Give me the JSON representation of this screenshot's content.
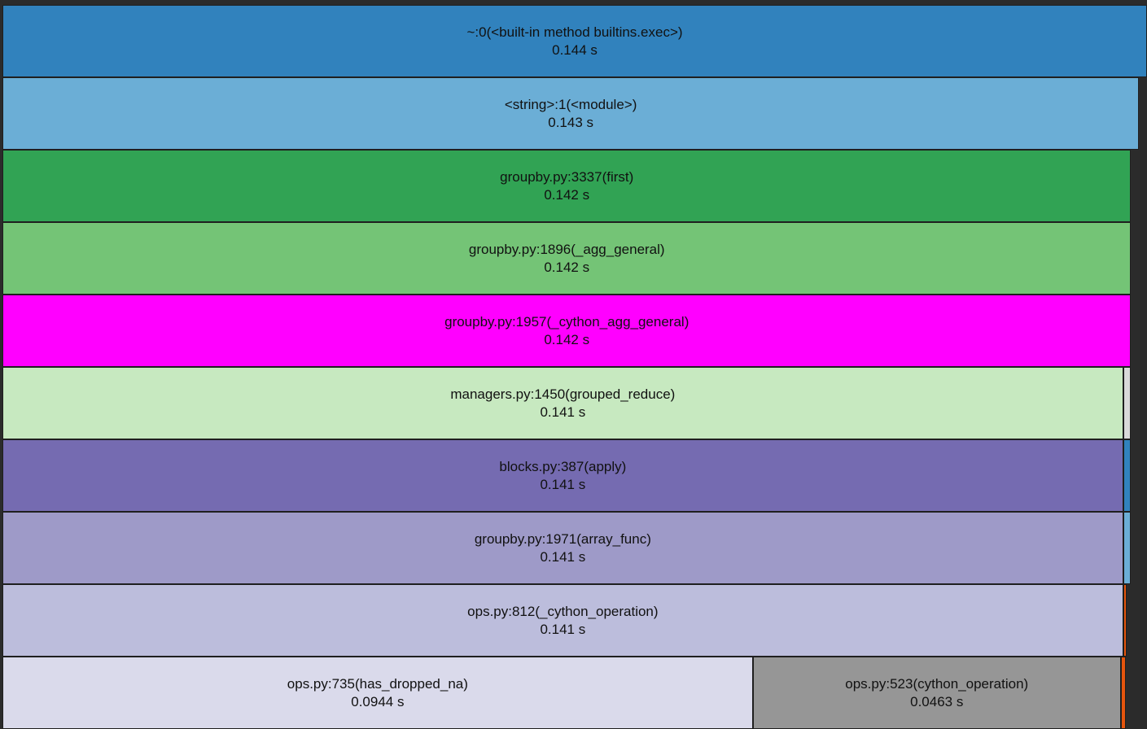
{
  "frames": [
    {
      "id": "exec",
      "depth": 0,
      "start": 0.0,
      "value": 0.144,
      "name": "~:0(<built-in method builtins.exec>)",
      "time": "0.144 s",
      "color": "#3182bd"
    },
    {
      "id": "module",
      "depth": 1,
      "start": 0.0,
      "value": 0.143,
      "name": "<string>:1(<module>)",
      "time": "0.143 s",
      "color": "#6baed6"
    },
    {
      "id": "first",
      "depth": 2,
      "start": 0.0,
      "value": 0.142,
      "name": "groupby.py:3337(first)",
      "time": "0.142 s",
      "color": "#31a354"
    },
    {
      "id": "agg-general",
      "depth": 3,
      "start": 0.0,
      "value": 0.142,
      "name": "groupby.py:1896(_agg_general)",
      "time": "0.142 s",
      "color": "#74c476"
    },
    {
      "id": "cython-agg-general",
      "depth": 4,
      "start": 0.0,
      "value": 0.142,
      "name": "groupby.py:1957(_cython_agg_general)",
      "time": "0.142 s",
      "color": "#ff00ff"
    },
    {
      "id": "grouped-reduce",
      "depth": 5,
      "start": 0.0,
      "value": 0.141,
      "name": "managers.py:1450(grouped_reduce)",
      "time": "0.141 s",
      "color": "#c7e9c0"
    },
    {
      "id": "apply",
      "depth": 6,
      "start": 0.0,
      "value": 0.141,
      "name": "blocks.py:387(apply)",
      "time": "0.141 s",
      "color": "#756bb1"
    },
    {
      "id": "array-func",
      "depth": 7,
      "start": 0.0,
      "value": 0.141,
      "name": "groupby.py:1971(array_func)",
      "time": "0.141 s",
      "color": "#9e9ac8"
    },
    {
      "id": "cython-operation-private",
      "depth": 8,
      "start": 0.0,
      "value": 0.141,
      "name": "ops.py:812(_cython_operation)",
      "time": "0.141 s",
      "color": "#bcbddc"
    },
    {
      "id": "has-dropped-na",
      "depth": 9,
      "start": 0.0,
      "value": 0.0944,
      "name": "ops.py:735(has_dropped_na)",
      "time": "0.0944 s",
      "color": "#dadaeb"
    },
    {
      "id": "cython-operation",
      "depth": 9,
      "start": 0.0944,
      "value": 0.0463,
      "name": "ops.py:523(cython_operation)",
      "time": "0.0463 s",
      "color": "#969696"
    },
    {
      "id": "grouped-reduce-sibling",
      "depth": 5,
      "start": 0.141,
      "value": 0.00097,
      "name": "",
      "time": "",
      "color": "#d9d9d9"
    },
    {
      "id": "apply-sibling",
      "depth": 6,
      "start": 0.141,
      "value": 0.00097,
      "name": "",
      "time": "",
      "color": "#3182bd"
    },
    {
      "id": "array-func-sibling",
      "depth": 7,
      "start": 0.141,
      "value": 0.00097,
      "name": "",
      "time": "",
      "color": "#6baed6"
    },
    {
      "id": "cython-operation-private-sibling",
      "depth": 8,
      "start": 0.141,
      "value": 0.00045,
      "name": "",
      "time": "",
      "color": "#e6550d"
    },
    {
      "id": "cython-operation-tail",
      "depth": 9,
      "start": 0.1407,
      "value": 0.0006,
      "name": "",
      "time": "",
      "color": "#e6550d"
    }
  ]
}
